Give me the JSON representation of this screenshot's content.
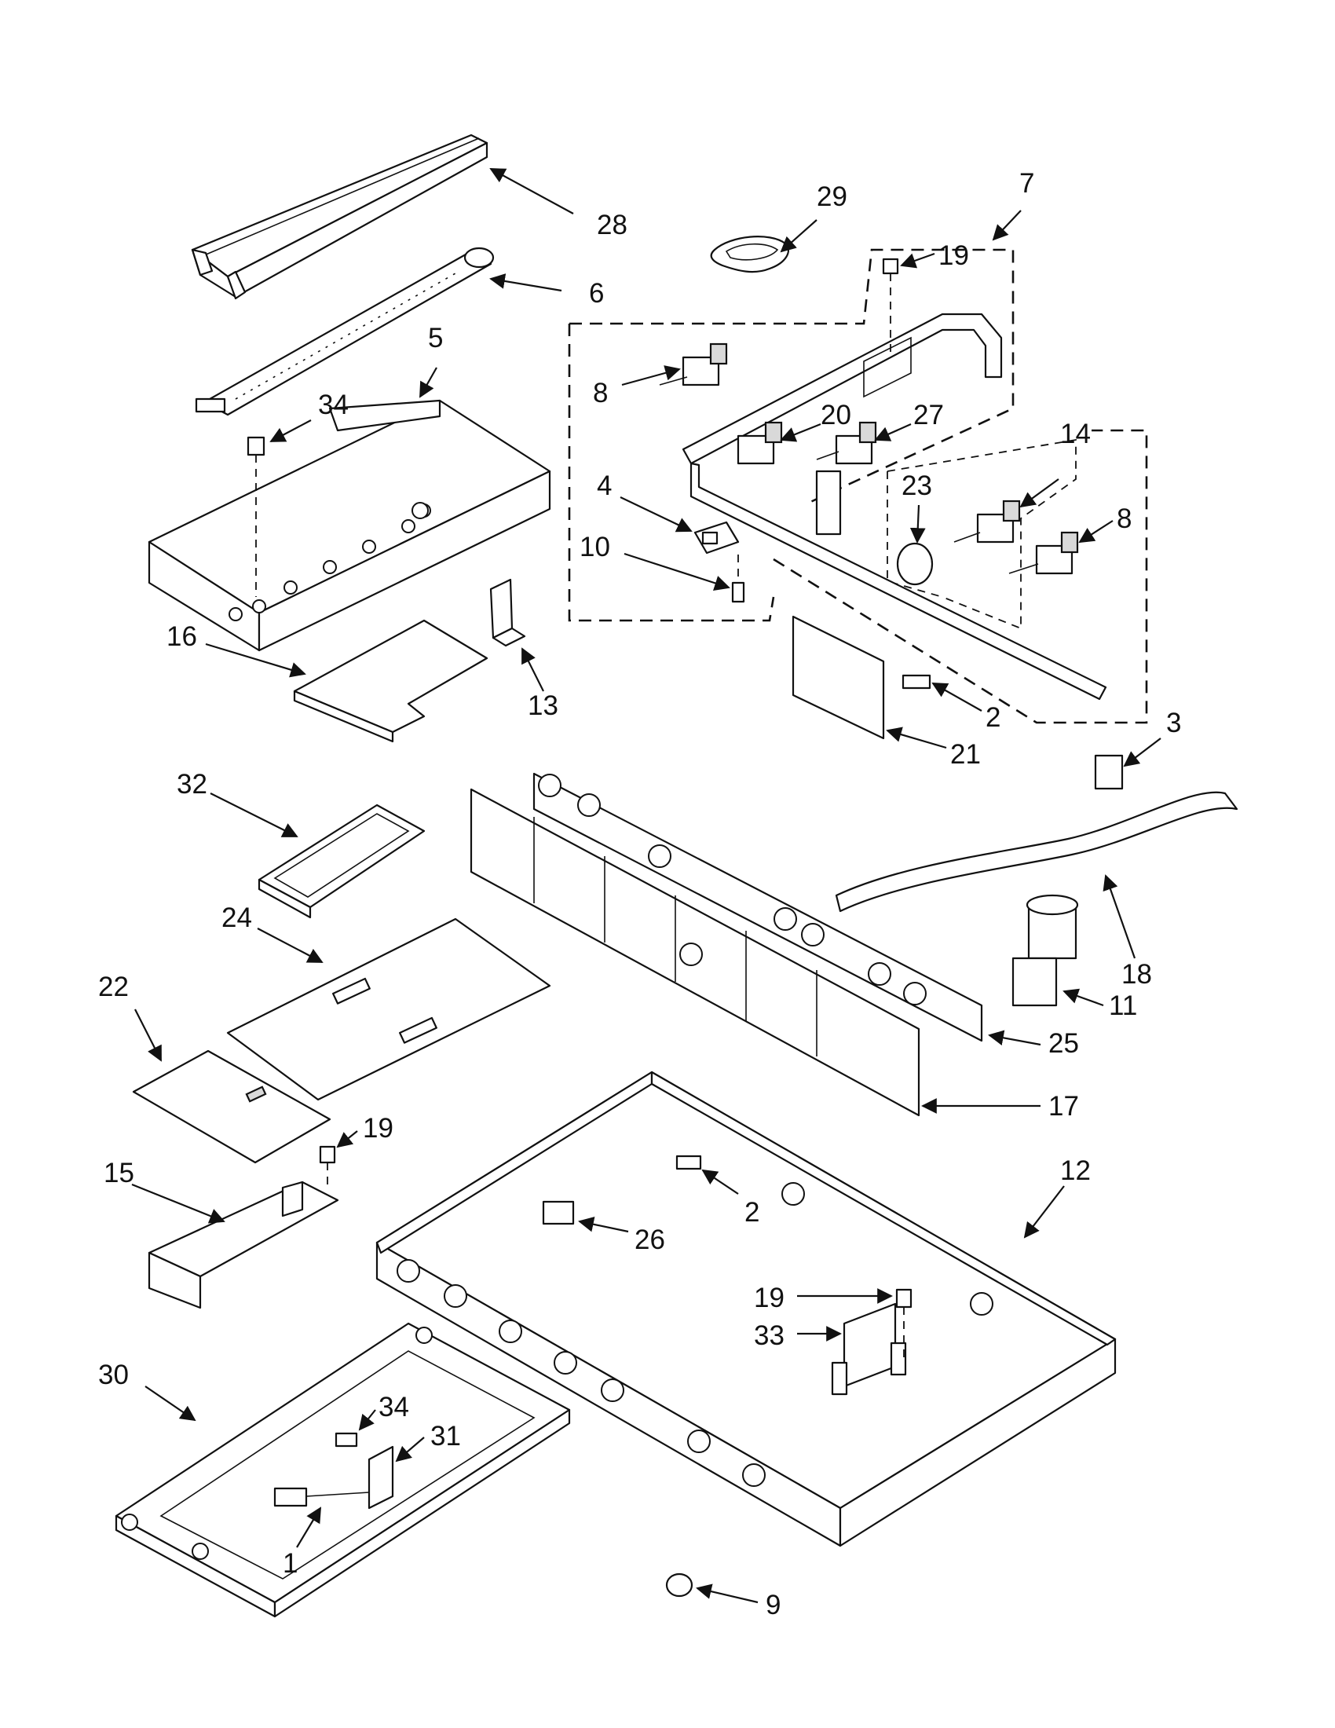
{
  "callouts": [
    {
      "id": "c28a",
      "label": "28"
    },
    {
      "id": "c6",
      "label": "6"
    },
    {
      "id": "c29",
      "label": "29"
    },
    {
      "id": "c7",
      "label": "7"
    },
    {
      "id": "c19a",
      "label": "19"
    },
    {
      "id": "c5",
      "label": "5"
    },
    {
      "id": "c34a",
      "label": "34"
    },
    {
      "id": "c8a",
      "label": "8"
    },
    {
      "id": "c20",
      "label": "20"
    },
    {
      "id": "c27",
      "label": "27"
    },
    {
      "id": "c14",
      "label": "14"
    },
    {
      "id": "c23",
      "label": "23"
    },
    {
      "id": "c8b",
      "label": "8"
    },
    {
      "id": "c4",
      "label": "4"
    },
    {
      "id": "c10",
      "label": "10"
    },
    {
      "id": "c16",
      "label": "16"
    },
    {
      "id": "c13",
      "label": "13"
    },
    {
      "id": "c2a",
      "label": "2"
    },
    {
      "id": "c21",
      "label": "21"
    },
    {
      "id": "c3",
      "label": "3"
    },
    {
      "id": "c32",
      "label": "32"
    },
    {
      "id": "c24",
      "label": "24"
    },
    {
      "id": "c18",
      "label": "18"
    },
    {
      "id": "c22",
      "label": "22"
    },
    {
      "id": "c11",
      "label": "11"
    },
    {
      "id": "c25",
      "label": "25"
    },
    {
      "id": "c17",
      "label": "17"
    },
    {
      "id": "c19b",
      "label": "19"
    },
    {
      "id": "c15",
      "label": "15"
    },
    {
      "id": "c12",
      "label": "12"
    },
    {
      "id": "c2b",
      "label": "2"
    },
    {
      "id": "c26",
      "label": "26"
    },
    {
      "id": "c19c",
      "label": "19"
    },
    {
      "id": "c33",
      "label": "33"
    },
    {
      "id": "c30",
      "label": "30"
    },
    {
      "id": "c34b",
      "label": "34"
    },
    {
      "id": "c31",
      "label": "31"
    },
    {
      "id": "c1",
      "label": "1"
    },
    {
      "id": "c9",
      "label": "9"
    }
  ]
}
